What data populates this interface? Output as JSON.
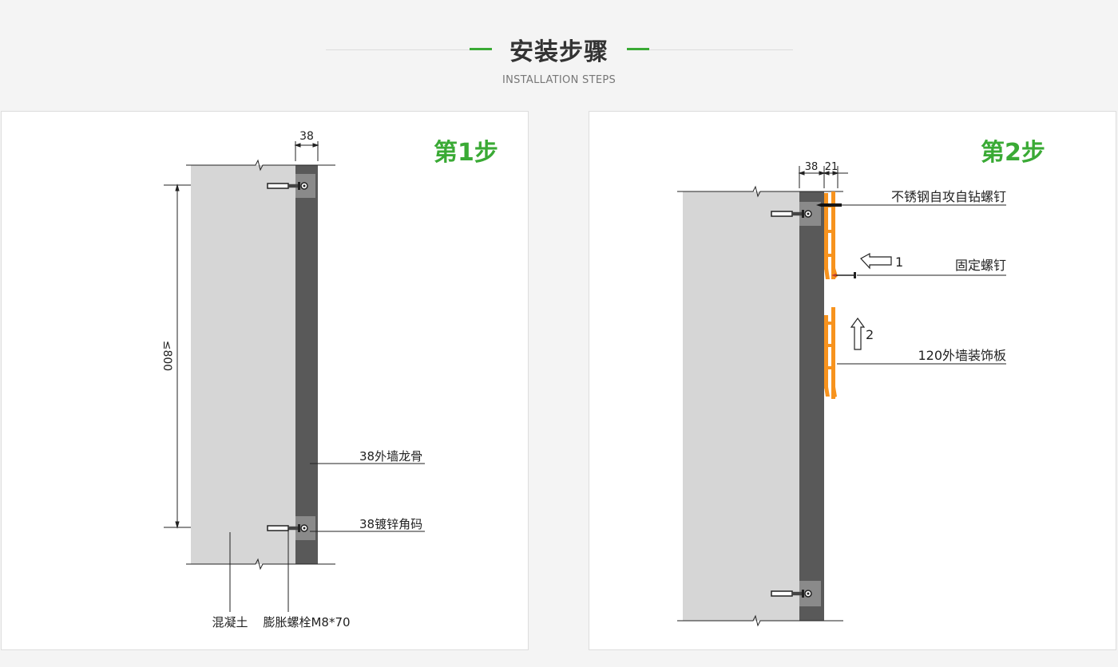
{
  "header": {
    "title": "安装步骤",
    "subtitle": "INSTALLATION STEPS",
    "accent_color": "#3aaa35"
  },
  "steps": [
    {
      "title": "第1步",
      "labels": {
        "dim_38": "38",
        "dim_800": "≤800",
        "keel": "38外墙龙骨",
        "bracket": "38镀锌角码",
        "concrete": "混凝土",
        "bolt": "膨胀螺栓M8*70"
      }
    },
    {
      "title": "第2步",
      "labels": {
        "dim_38": "38",
        "dim_21": "21",
        "screw_self": "不锈钢自攻自钻螺钉",
        "screw_fix": "固定螺钉",
        "panel": "120外墙装饰板",
        "arrow_1": "1",
        "arrow_2": "2"
      }
    }
  ],
  "colors": {
    "wall": "#d6d6d6",
    "keel": "#595959",
    "bracket": "#8a8a8a",
    "panel_profile": "#f7931e",
    "line": "#222222"
  }
}
